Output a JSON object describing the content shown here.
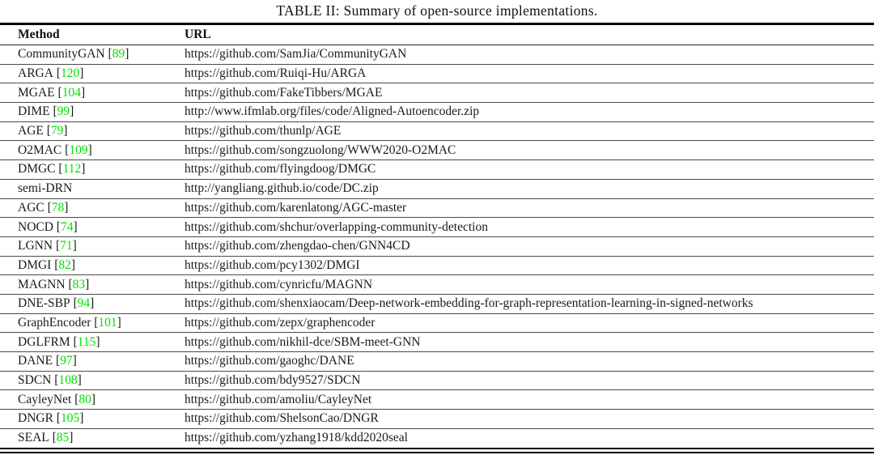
{
  "caption": "TABLE II: Summary of open-source implementations.",
  "colors": {
    "citation_green": "#00E000",
    "text": "#1a1a1a",
    "rule": "#000000"
  },
  "table": {
    "columns": [
      "Method",
      "URL"
    ],
    "rows": [
      {
        "method": "CommunityGAN",
        "cite": "89",
        "url": "https://github.com/SamJia/CommunityGAN"
      },
      {
        "method": "ARGA",
        "cite": "120",
        "url": "https://github.com/Ruiqi-Hu/ARGA"
      },
      {
        "method": "MGAE",
        "cite": "104",
        "url": "https://github.com/FakeTibbers/MGAE"
      },
      {
        "method": "DIME",
        "cite": "99",
        "url": "http://www.ifmlab.org/files/code/Aligned-Autoencoder.zip"
      },
      {
        "method": "AGE",
        "cite": "79",
        "url": "https://github.com/thunlp/AGE"
      },
      {
        "method": "O2MAC",
        "cite": "109",
        "url": "https://github.com/songzuolong/WWW2020-O2MAC"
      },
      {
        "method": "DMGC",
        "cite": "112",
        "url": "https://github.com/flyingdoog/DMGC"
      },
      {
        "method": "semi-DRN",
        "cite": "",
        "url": "http://yangliang.github.io/code/DC.zip"
      },
      {
        "method": "AGC",
        "cite": "78",
        "url": "https://github.com/karenlatong/AGC-master"
      },
      {
        "method": "NOCD",
        "cite": "74",
        "url": "https://github.com/shchur/overlapping-community-detection"
      },
      {
        "method": "LGNN",
        "cite": "71",
        "url": "https://github.com/zhengdao-chen/GNN4CD"
      },
      {
        "method": "DMGI",
        "cite": "82",
        "url": "https://github.com/pcy1302/DMGI"
      },
      {
        "method": "MAGNN",
        "cite": "83",
        "url": "https://github.com/cynricfu/MAGNN"
      },
      {
        "method": "DNE-SBP",
        "cite": "94",
        "url": "https://github.com/shenxiaocam/Deep-network-embedding-for-graph-representation-learning-in-signed-networks"
      },
      {
        "method": "GraphEncoder",
        "cite": "101",
        "url": "https://github.com/zepx/graphencoder"
      },
      {
        "method": "DGLFRM",
        "cite": "115",
        "url": "https://github.com/nikhil-dce/SBM-meet-GNN"
      },
      {
        "method": "DANE",
        "cite": "97",
        "url": "https://github.com/gaoghc/DANE"
      },
      {
        "method": "SDCN",
        "cite": "108",
        "url": "https://github.com/bdy9527/SDCN"
      },
      {
        "method": "CayleyNet",
        "cite": "80",
        "url": "https://github.com/amoliu/CayleyNet"
      },
      {
        "method": "DNGR",
        "cite": "105",
        "url": "https://github.com/ShelsonCao/DNGR"
      },
      {
        "method": "SEAL",
        "cite": "85",
        "url": "https://github.com/yzhang1918/kdd2020seal"
      }
    ]
  }
}
